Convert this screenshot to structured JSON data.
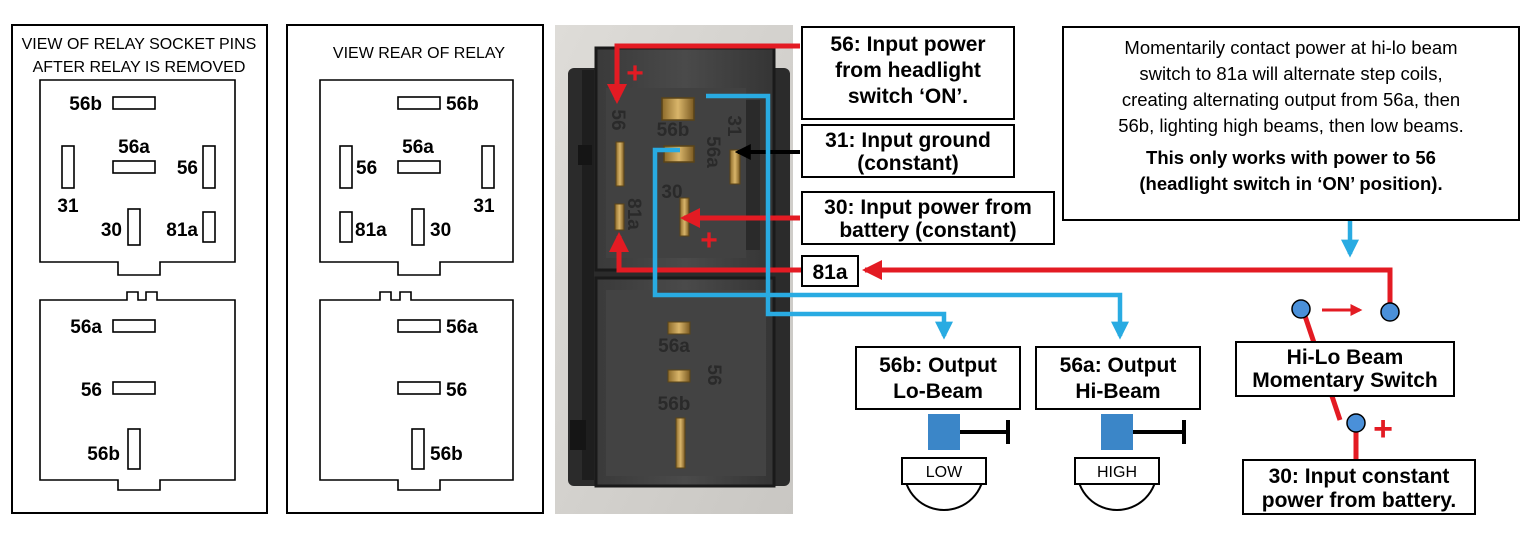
{
  "panel_socket": {
    "title_line1": "VIEW OF RELAY SOCKET PINS",
    "title_line2": "AFTER RELAY IS REMOVED",
    "upper": {
      "p56b": "56b",
      "p56a": "56a",
      "p56": "56",
      "p31": "31",
      "p30": "30",
      "p81a": "81a"
    },
    "lower": {
      "p56a": "56a",
      "p56": "56",
      "p56b": "56b"
    }
  },
  "panel_rear": {
    "title": "VIEW REAR OF RELAY",
    "upper": {
      "p56b": "56b",
      "p56a": "56a",
      "p56": "56",
      "p31": "31",
      "p81a": "81a",
      "p30": "30"
    },
    "lower": {
      "p56a": "56a",
      "p56": "56",
      "p56b": "56b"
    }
  },
  "photo": {
    "upper_labels": {
      "p56b": "56b",
      "p31": "31",
      "p56a": "56a",
      "p30": "30",
      "p81a": "81a",
      "p56": "56"
    },
    "lower_labels": {
      "p56a": "56a",
      "p56": "56",
      "p56b": "56b"
    }
  },
  "callouts": {
    "c56": {
      "line1": "56: Input power",
      "line2": "from headlight",
      "line3": "switch ‘ON’."
    },
    "c31": {
      "line1": "31: Input ground",
      "line2": "(constant)"
    },
    "c30": {
      "line1": "30: Input power from",
      "line2": "battery (constant)"
    },
    "c81a": {
      "label": "81a"
    },
    "lo": {
      "line1": "56b: Output",
      "line2": "Lo-Beam",
      "bulb": "LOW"
    },
    "hi": {
      "line1": "56a: Output",
      "line2": "Hi-Beam",
      "bulb": "HIGH"
    },
    "switch": {
      "line1": "Hi-Lo Beam",
      "line2": "Momentary Switch"
    },
    "battery": {
      "line1": "30: Input constant",
      "line2": "power from battery."
    }
  },
  "note": {
    "line1": "Momentarily contact power at hi-lo beam",
    "line2": "switch to 81a will alternate step coils,",
    "line3": "creating alternating output from 56a, then",
    "line4": "56b,  lighting high beams, then low beams.",
    "bold1": "This only works with power to 56",
    "bold2": "(headlight switch in ‘ON’ position)."
  },
  "symbols": {
    "plus": "+"
  },
  "colors": {
    "power": "#e31b23",
    "output": "#29abe2",
    "ground": "#000000",
    "node": "#4a90d9",
    "bulb_base": "#3b86c8"
  }
}
